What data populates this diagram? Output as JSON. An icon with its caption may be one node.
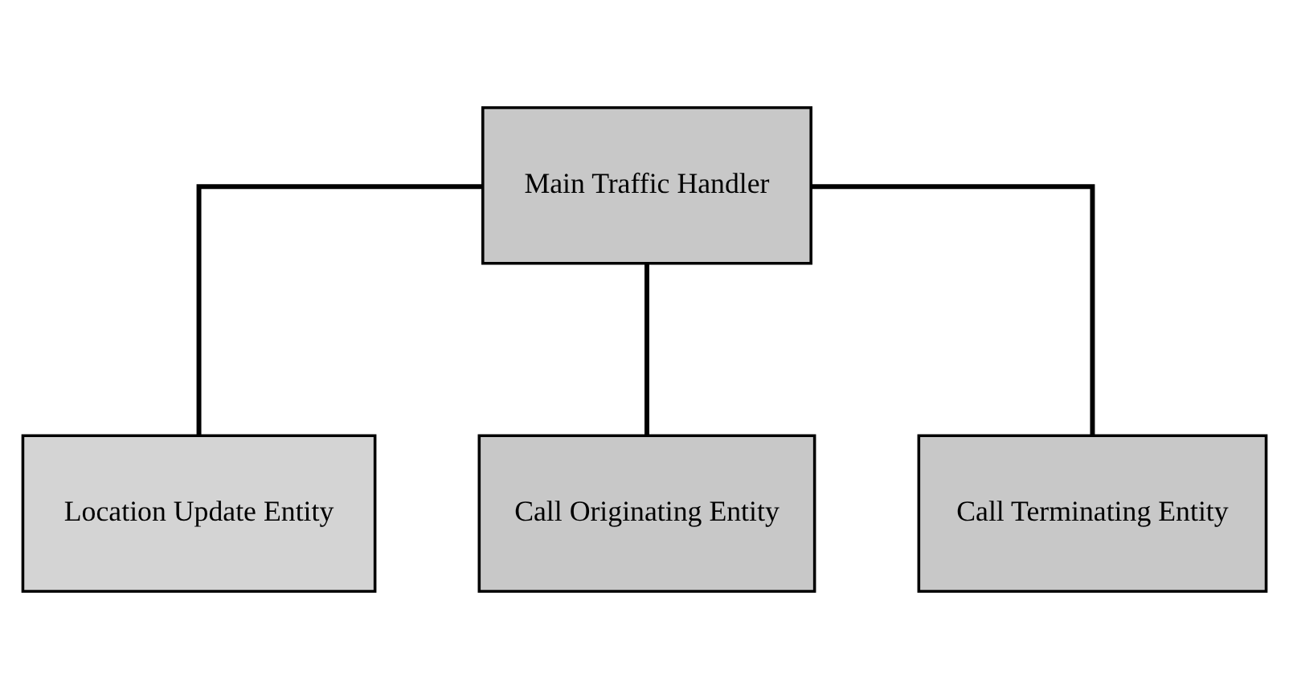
{
  "diagram": {
    "nodes": [
      {
        "text": [
          "Main Traffic Handler"
        ]
      },
      {
        "text": [
          "Location Update Entity"
        ]
      },
      {
        "text": [
          "Call Originating Entity"
        ]
      },
      {
        "text": [
          "Call Terminating Entity"
        ]
      }
    ],
    "edges": [
      {
        "from": 0,
        "to": 1,
        "arrow": "none"
      },
      {
        "from": 0,
        "to": 2,
        "arrow": "none"
      },
      {
        "from": 0,
        "to": 3,
        "arrow": "none"
      }
    ]
  }
}
